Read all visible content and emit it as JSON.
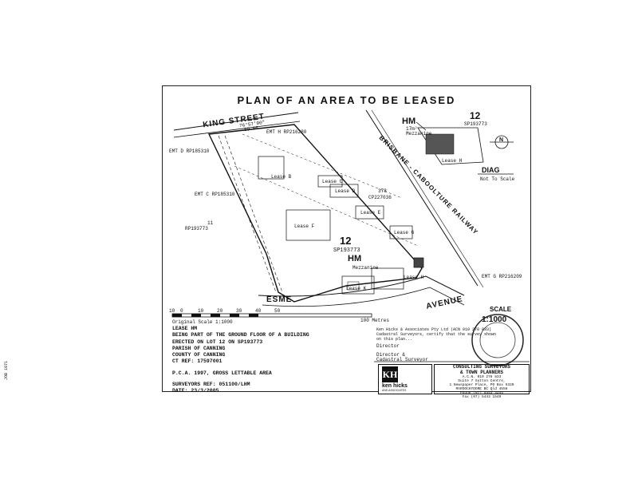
{
  "plan": {
    "title": "PLAN OF AN AREA TO BE LEASED",
    "streets": {
      "king": "KING STREET",
      "esme": "ESME",
      "avenue": "AVENUE"
    },
    "railway": "BRISBANE - CABOOLTURE RAILWAY",
    "lot_label": "12",
    "lot_plan": "SP193773",
    "hm_label": "HM",
    "mezzanine": "Mezzanine",
    "mezz_area": "17m²",
    "lot_378": "378",
    "cp_378": "CP227036",
    "lot_11": "11",
    "rp_11": "RP193773",
    "bearing": "76°57'00\"",
    "bearing_dist": "89.66",
    "easements": [
      "EMT D RP185310",
      "EMT C RP185310",
      "EMT H RP216280",
      "EMT G RP216209"
    ],
    "leases": [
      "Lease B",
      "Lease C",
      "Lease D",
      "Lease E",
      "Lease F",
      "Lease G",
      "Lease H",
      "Lease K"
    ],
    "diag": {
      "title": "DIAG",
      "note": "Not To Scale",
      "lot": "12",
      "plan": "SP193773",
      "lease": "Lease H",
      "north": "N"
    },
    "scale": {
      "label": "SCALE",
      "ratio": "1:1000",
      "ticks": [
        "10",
        "0",
        "10",
        "20",
        "30",
        "40",
        "50",
        "100 Metres"
      ],
      "original": "Original Scale 1:1000"
    }
  },
  "lease_info": {
    "lines": [
      "LEASE HM",
      "BEING PART OF THE GROUND FLOOR OF A BUILDING",
      "ERECTED ON LOT 12 ON SP193773",
      "PARISH OF CANNING",
      "COUNTY OF CANNING",
      "CT REF: 17597001"
    ],
    "pca": "P.C.A. 1997, GROSS LETTABLE AREA",
    "surveyors_ref": "SURVEYORS REF: 051100/LHM",
    "date": "DATE: 23/3/2005"
  },
  "certificate": {
    "line1": "Ken Hicks & Associates Pty Ltd (ACN 010 278 833)",
    "line2": "Cadastral Surveyors, certify that the survey shown",
    "line3": "on this plan...",
    "director1": "Director",
    "director2": "Director &",
    "cadastral": "Cadastral Surveyor"
  },
  "logo": {
    "mark": "KH",
    "name": "ken hicks",
    "sub": "AND ASSOCIATES"
  },
  "consultants": {
    "line1": "CONSULTING SURVEYORS",
    "line2": "& TOWN PLANNERS",
    "line3": "A.C.N. 010 278 833",
    "line4": "Suite 7 Sutton Centre,",
    "line5": "1 Newspaper Place, PO Box 5320",
    "line6": "MAROOCHYDORE BC Qld 4558",
    "line7": "Phone (07) 5443 3244",
    "line8": "Fax (07) 5443 1549"
  },
  "side_note": "JOB 1971"
}
